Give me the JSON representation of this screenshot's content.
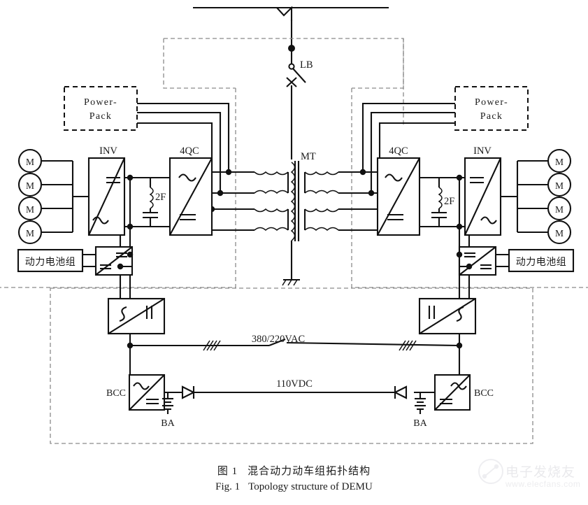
{
  "figure": {
    "caption_cn_label": "图 1",
    "caption_cn_text": "混合动力动车组拓扑结构",
    "caption_en_label": "Fig. 1",
    "caption_en_text": "Topology structure of DEMU"
  },
  "watermark": {
    "cn": "电子发烧友",
    "url": "www.elecfans.com"
  },
  "colors": {
    "line": "#111111",
    "dashed_box": "#8a8a8a",
    "text": "#1a1a1a",
    "background": "#ffffff"
  },
  "labels": {
    "lb": "LB",
    "mt": "MT",
    "inv_left": "INV",
    "inv_right": "INV",
    "qc_left": "4QC",
    "qc_right": "4QC",
    "filter_left": "2F",
    "filter_right": "2F",
    "powerpack_left_line1": "Power-",
    "powerpack_left_line2": "Pack",
    "powerpack_right_line1": "Power-",
    "powerpack_right_line2": "Pack",
    "battery_left": "动力电池组",
    "battery_right": "动力电池组",
    "bcc_left": "BCC",
    "bcc_right": "BCC",
    "ba_left": "BA",
    "ba_right": "BA",
    "bus_ac": "380/220VAC",
    "bus_dc": "110VDC",
    "motor": "M"
  },
  "motors": {
    "left": [
      "M",
      "M",
      "M",
      "M"
    ],
    "right": [
      "M",
      "M",
      "M",
      "M"
    ]
  },
  "blocks": {
    "inv_left": {
      "label": "INV",
      "top_symbol": "=",
      "bottom_symbol": "~"
    },
    "inv_right": {
      "label": "INV",
      "top_symbol": "=",
      "bottom_symbol": "~"
    },
    "qc_left": {
      "label": "4QC",
      "top_symbol": "~",
      "bottom_symbol": "="
    },
    "qc_right": {
      "label": "4QC",
      "top_symbol": "~",
      "bottom_symbol": "="
    },
    "dcdc_left": {
      "top_symbol": "=",
      "bottom_symbol": "="
    },
    "dcdc_right": {
      "top_symbol": "=",
      "bottom_symbol": "="
    },
    "aux_left": {
      "left_symbol": "~",
      "right_symbol": "||"
    },
    "aux_right": {
      "left_symbol": "||",
      "right_symbol": "~"
    },
    "bcc_left": {
      "label": "BCC",
      "top_symbol": "~",
      "bottom_symbol": "="
    },
    "bcc_right": {
      "label": "BCC",
      "top_symbol": "~",
      "bottom_symbol": "="
    }
  },
  "chart_data": {
    "type": "diagram",
    "title": "Topology structure of DEMU",
    "nodes": [
      {
        "id": "pantograph",
        "label": "",
        "kind": "pantograph"
      },
      {
        "id": "lb",
        "label": "LB",
        "kind": "circuit-breaker"
      },
      {
        "id": "arrester",
        "label": "",
        "kind": "surge-arrester"
      },
      {
        "id": "mt",
        "label": "MT",
        "kind": "main-transformer"
      },
      {
        "id": "qc-left",
        "label": "4QC",
        "kind": "four-quadrant-converter"
      },
      {
        "id": "qc-right",
        "label": "4QC",
        "kind": "four-quadrant-converter"
      },
      {
        "id": "filter-left",
        "label": "2F",
        "kind": "second-order-filter"
      },
      {
        "id": "filter-right",
        "label": "2F",
        "kind": "second-order-filter"
      },
      {
        "id": "inv-left",
        "label": "INV",
        "kind": "traction-inverter"
      },
      {
        "id": "inv-right",
        "label": "INV",
        "kind": "traction-inverter"
      },
      {
        "id": "motors-left",
        "label": "M x4",
        "kind": "traction-motors"
      },
      {
        "id": "motors-right",
        "label": "M x4",
        "kind": "traction-motors"
      },
      {
        "id": "battery-left",
        "label": "动力电池组",
        "kind": "power-battery-pack"
      },
      {
        "id": "battery-right",
        "label": "动力电池组",
        "kind": "power-battery-pack"
      },
      {
        "id": "powerpack-left",
        "label": "Power-Pack",
        "kind": "power-pack"
      },
      {
        "id": "powerpack-right",
        "label": "Power-Pack",
        "kind": "power-pack"
      },
      {
        "id": "aux-left",
        "label": "",
        "kind": "auxiliary-converter"
      },
      {
        "id": "aux-right",
        "label": "",
        "kind": "auxiliary-converter"
      },
      {
        "id": "bcc-left",
        "label": "BCC",
        "kind": "battery-charger"
      },
      {
        "id": "bcc-right",
        "label": "BCC",
        "kind": "battery-charger"
      },
      {
        "id": "ba-left",
        "label": "BA",
        "kind": "battery"
      },
      {
        "id": "ba-right",
        "label": "BA",
        "kind": "battery"
      }
    ],
    "buses": [
      {
        "id": "ac-bus",
        "label": "380/220VAC",
        "voltage": "380/220",
        "type": "AC"
      },
      {
        "id": "dc-bus",
        "label": "110VDC",
        "voltage": "110",
        "type": "DC"
      }
    ]
  }
}
